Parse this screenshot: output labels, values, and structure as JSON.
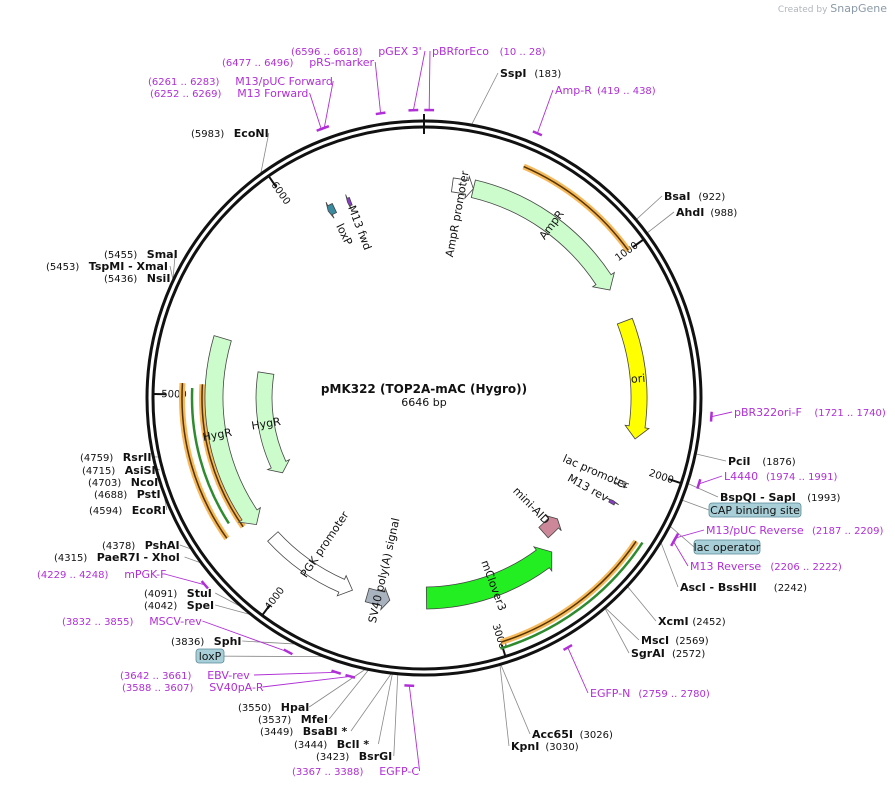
{
  "credit": {
    "created_by": "Created by",
    "brand": "SnapGene"
  },
  "title": {
    "name": "pMK322 (TOP2A-mAC (Hygro))",
    "length": "6646 bp"
  },
  "total_bp": 6646,
  "colors": {
    "backbone": "#111111",
    "primer": "#b02fd6",
    "cds_green": "#ccfccc",
    "ori": "#ffff00",
    "mclover": "#22ee22",
    "mini_aid": "#cc8899",
    "orange_sel": "#f5b95c"
  },
  "ticks": [
    {
      "label": "1000",
      "pos": 1000
    },
    {
      "label": "2000",
      "pos": 2000
    },
    {
      "label": "3000",
      "pos": 3000
    },
    {
      "label": "4000",
      "pos": 4000
    },
    {
      "label": "5000",
      "pos": 5000
    },
    {
      "label": "6000",
      "pos": 6000
    }
  ],
  "features": [
    {
      "name": "AmpR promoter",
      "start": 140,
      "end": 245,
      "dir": 1,
      "type": "promoter"
    },
    {
      "name": "AmpR",
      "start": 245,
      "end": 1105,
      "dir": 1,
      "type": "cds"
    },
    {
      "name": "ori",
      "start": 1275,
      "end": 1864,
      "dir": 1,
      "type": "ori"
    },
    {
      "name": "lac promoter",
      "start": 2080,
      "end": 2110,
      "dir": 1,
      "type": "promoter"
    },
    {
      "name": "mini-AID",
      "start": 2440,
      "end": 2555,
      "dir": -1,
      "type": "tag"
    },
    {
      "name": "mClover3",
      "start": 2590,
      "end": 3310,
      "dir": -1,
      "type": "cds_bright"
    },
    {
      "name": "SV40 poly(A) signal",
      "start": 3500,
      "end": 3620,
      "dir": -1,
      "type": "polyA"
    },
    {
      "name": "PGK promoter",
      "start": 3700,
      "end": 4200,
      "dir": -1,
      "type": "promoter"
    },
    {
      "name": "HygR",
      "start": 4300,
      "end": 5290,
      "dir": -1,
      "type": "cds"
    },
    {
      "name": "HygR",
      "start": 4470,
      "end": 5150,
      "dir": -1,
      "type": "cds_inner"
    },
    {
      "name": "loxP",
      "start": 6145,
      "end": 6180,
      "dir": -1,
      "type": "site"
    },
    {
      "name": "M13 fwd",
      "start": 6252,
      "end": 6269,
      "dir": -1,
      "type": "primer_feat"
    },
    {
      "name": "M13 rev",
      "start": 2187,
      "end": 2204,
      "dir": -1,
      "type": "primer_feat"
    }
  ],
  "sites": [
    {
      "name": "SspI",
      "pos": "(183)"
    },
    {
      "name": "BsaI",
      "pos": "(922)"
    },
    {
      "name": "AhdI",
      "pos": "(988)"
    },
    {
      "name": "PciI",
      "pos": "(1876)"
    },
    {
      "name": "BspQI - SapI",
      "pos": "(1993)"
    },
    {
      "name": "AscI - BssHII",
      "pos": "(2242)"
    },
    {
      "name": "XcmI",
      "pos": "(2452)"
    },
    {
      "name": "MscI",
      "pos": "(2569)"
    },
    {
      "name": "SgrAI",
      "pos": "(2572)"
    },
    {
      "name": "Acc65I",
      "pos": "(3026)"
    },
    {
      "name": "KpnI",
      "pos": "(3030)"
    },
    {
      "name": "BsrGI",
      "pos": "(3423)"
    },
    {
      "name": "BclI *",
      "pos": "(3444)"
    },
    {
      "name": "BsaBI *",
      "pos": "(3449)"
    },
    {
      "name": "MfeI",
      "pos": "(3537)"
    },
    {
      "name": "HpaI",
      "pos": "(3550)"
    },
    {
      "name": "SphI",
      "pos": "(3836)"
    },
    {
      "name": "SpeI",
      "pos": "(4042)"
    },
    {
      "name": "StuI",
      "pos": "(4091)"
    },
    {
      "name": "PaeR7I - XhoI",
      "pos": "(4315)"
    },
    {
      "name": "PshAI",
      "pos": "(4378)"
    },
    {
      "name": "EcoRI",
      "pos": "(4594)"
    },
    {
      "name": "PstI",
      "pos": "(4688)"
    },
    {
      "name": "NcoI",
      "pos": "(4703)"
    },
    {
      "name": "AsiSI",
      "pos": "(4715)"
    },
    {
      "name": "RsrII",
      "pos": "(4759)"
    },
    {
      "name": "NsiI",
      "pos": "(5436)"
    },
    {
      "name": "TspMI - XmaI",
      "pos": "(5453)"
    },
    {
      "name": "SmaI",
      "pos": "(5455)"
    },
    {
      "name": "EcoNI",
      "pos": "(5983)"
    }
  ],
  "primers": [
    {
      "name": "pBRforEco",
      "range": "(10 .. 28)"
    },
    {
      "name": "pGEX 3'",
      "range": "(6596 .. 6618)"
    },
    {
      "name": "pRS-marker",
      "range": "(6477 .. 6496)"
    },
    {
      "name": "M13/pUC Forward",
      "range": "(6261 .. 6283)"
    },
    {
      "name": "M13 Forward",
      "range": "(6252 .. 6269)"
    },
    {
      "name": "Amp-R",
      "range": "(419 .. 438)"
    },
    {
      "name": "pBR322ori-F",
      "range": "(1721 .. 1740)"
    },
    {
      "name": "L4440",
      "range": "(1974 .. 1991)"
    },
    {
      "name": "M13/pUC Reverse",
      "range": "(2187 .. 2209)"
    },
    {
      "name": "M13 Reverse",
      "range": "(2206 .. 2222)"
    },
    {
      "name": "EGFP-N",
      "range": "(2759 .. 2780)"
    },
    {
      "name": "EGFP-C",
      "range": "(3367 .. 3388)"
    },
    {
      "name": "SV40pA-R",
      "range": "(3588 .. 3607)"
    },
    {
      "name": "EBV-rev",
      "range": "(3642 .. 3661)"
    },
    {
      "name": "MSCV-rev",
      "range": "(3832 .. 3855)"
    },
    {
      "name": "mPGK-F",
      "range": "(4229 .. 4248)"
    }
  ],
  "boxes": [
    {
      "name": "CAP binding site"
    },
    {
      "name": "lac operator"
    },
    {
      "name": "loxP"
    }
  ]
}
